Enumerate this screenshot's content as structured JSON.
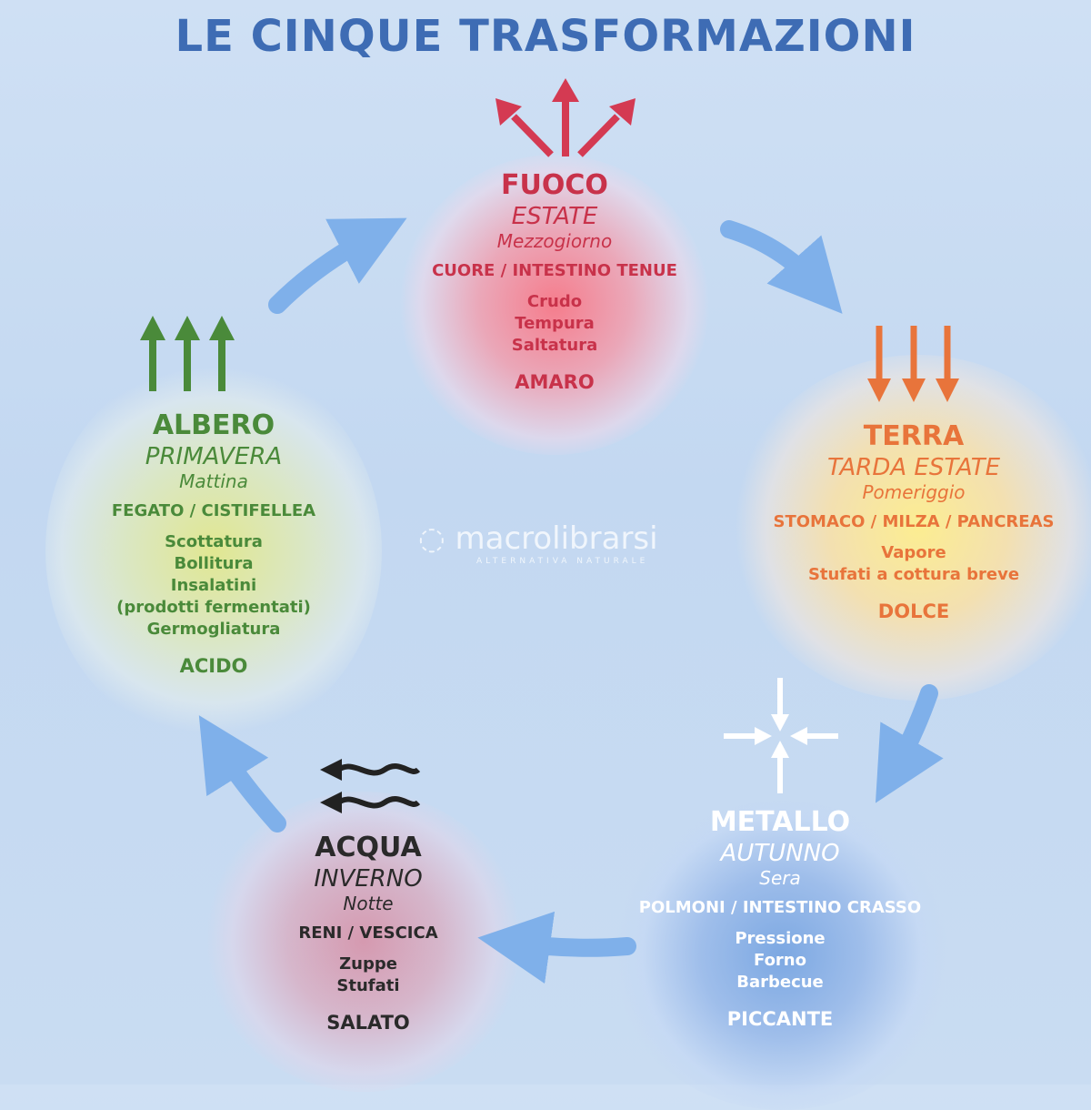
{
  "title": "LE CINQUE TRASFORMAZIONI",
  "watermark": {
    "brand": "macrolibrarsi",
    "tagline": "ALTERNATIVA NATURALE"
  },
  "colors": {
    "fire": "#c8324a",
    "earth": "#e8743b",
    "wood": "#4a8a3a",
    "water": "#2a2a2a",
    "metal": "#ffffff",
    "cycle_arrow": "#7fb0ea"
  },
  "elements": {
    "fire": {
      "name": "FUOCO",
      "season": "ESTATE",
      "time": "Mezzogiorno",
      "organs": "CUORE / INTESTINO TENUE",
      "methods": [
        "Crudo",
        "Tempura",
        "Saltatura"
      ],
      "taste": "AMARO",
      "icon": "three-arrows-spreading-up-icon"
    },
    "earth": {
      "name": "TERRA",
      "season": "TARDA ESTATE",
      "time": "Pomeriggio",
      "organs": "STOMACO / MILZA / PANCREAS",
      "methods": [
        "Vapore",
        "Stufati a cottura breve"
      ],
      "taste": "DOLCE",
      "icon": "three-arrows-down-icon"
    },
    "metal": {
      "name": "METALLO",
      "season": "AUTUNNO",
      "time": "Sera",
      "organs": "POLMONI / INTESTINO CRASSO",
      "methods": [
        "Pressione",
        "Forno",
        "Barbecue"
      ],
      "taste": "PICCANTE",
      "icon": "four-arrows-inward-icon"
    },
    "water": {
      "name": "ACQUA",
      "season": "INVERNO",
      "time": "Notte",
      "organs": "RENI / VESCICA",
      "methods": [
        "Zuppe",
        "Stufati"
      ],
      "taste": "SALATO",
      "icon": "wavy-arrows-left-icon"
    },
    "wood": {
      "name": "ALBERO",
      "season": "PRIMAVERA",
      "time": "Mattina",
      "organs": "FEGATO / CISTIFELLEA",
      "methods": [
        "Scottatura",
        "Bollitura",
        "Insalatini",
        "(prodotti fermentati)",
        "Germogliatura"
      ],
      "taste": "ACIDO",
      "icon": "three-arrows-up-icon"
    }
  }
}
